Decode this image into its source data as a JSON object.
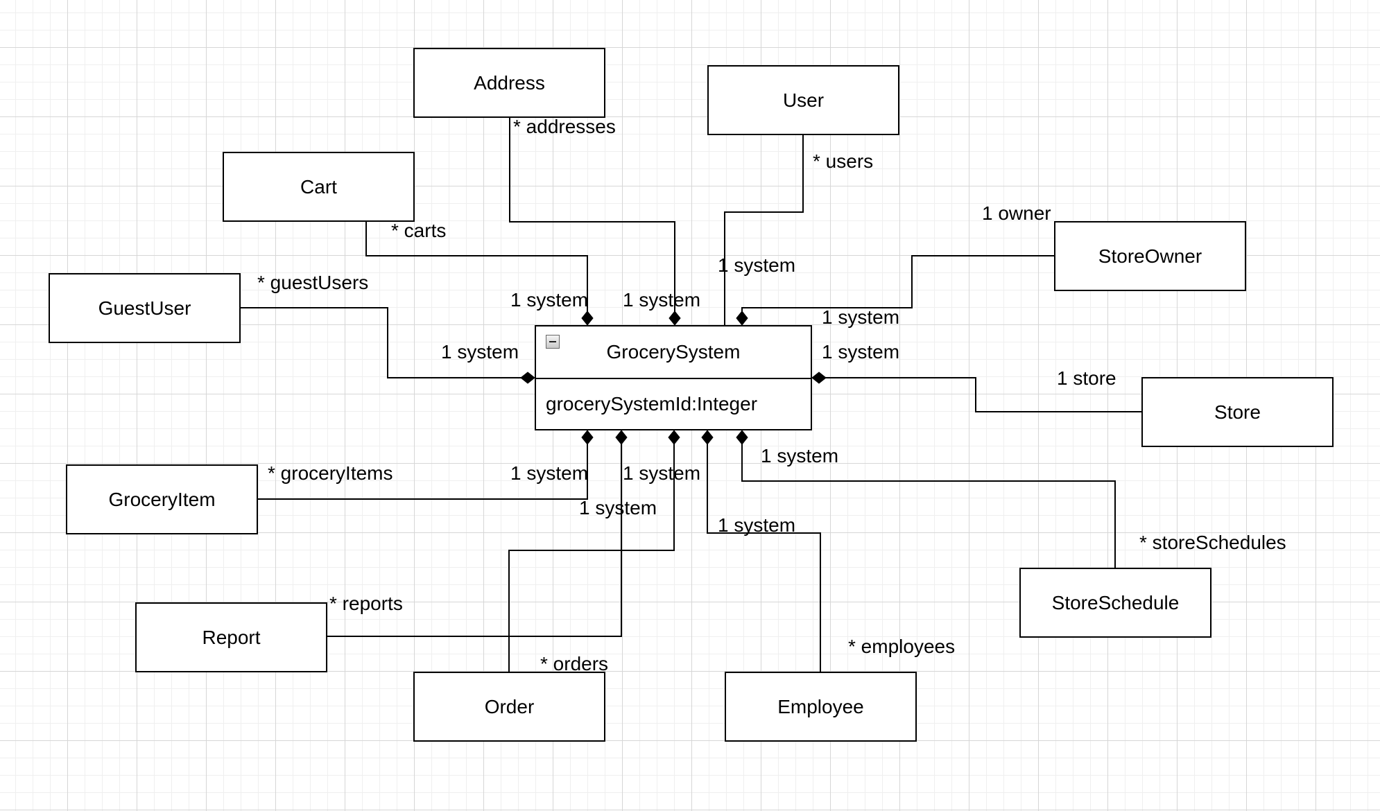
{
  "main_class": {
    "name": "GrocerySystem",
    "attribute": "grocerySystemId:Integer"
  },
  "classes": {
    "address": "Address",
    "user": "User",
    "cart": "Cart",
    "store_owner": "StoreOwner",
    "guest_user": "GuestUser",
    "store": "Store",
    "grocery_item": "GroceryItem",
    "store_schedule": "StoreSchedule",
    "report": "Report",
    "order": "Order",
    "employee": "Employee"
  },
  "roles": {
    "addresses": "* addresses",
    "users": "* users",
    "carts": "* carts",
    "owner": "1 owner",
    "guest_users": "* guestUsers",
    "store": "1 store",
    "grocery_items": "* groceryItems",
    "store_schedules": "* storeSchedules",
    "reports": "* reports",
    "orders": "* orders",
    "employees": "* employees"
  },
  "system_label": "1 system"
}
